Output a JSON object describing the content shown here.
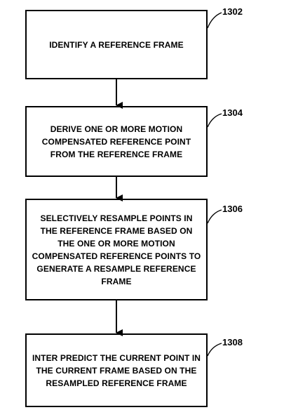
{
  "steps": [
    {
      "text": "IDENTIFY A REFERENCE FRAME",
      "ref": "1302"
    },
    {
      "text": "DERIVE ONE OR MORE MOTION COMPENSATED REFERENCE POINT FROM THE REFERENCE FRAME",
      "ref": "1304"
    },
    {
      "text": "SELECTIVELY RESAMPLE POINTS IN THE REFERENCE FRAME BASED ON THE ONE OR MORE MOTION COMPENSATED REFERENCE POINTS TO GENERATE A RESAMPLE REFERENCE FRAME",
      "ref": "1306"
    },
    {
      "text": "INTER PREDICT THE CURRENT POINT IN THE CURRENT FRAME BASED ON THE RESAMPLED REFERENCE FRAME",
      "ref": "1308"
    }
  ]
}
